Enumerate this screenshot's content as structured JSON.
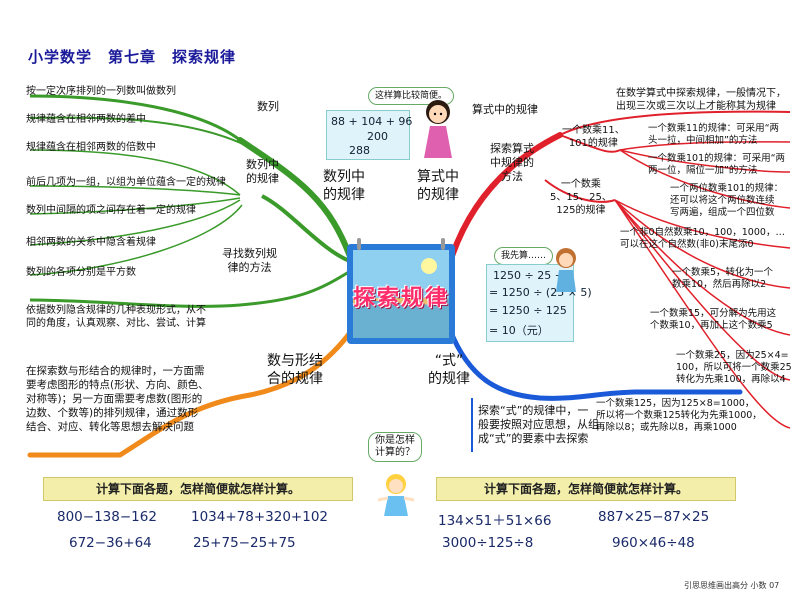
{
  "title": "小学数学　第七章　探索规律",
  "center": "探索规律",
  "footer": "引思思维画出高分 小数 07",
  "left": {
    "top_items": [
      "按一定次序排列的一列数叫做数列",
      "规律蕴含在相邻两数的差中",
      "规律蕴含在相邻两数的倍数中",
      "前后几项为一组，以组为单位蕴含一定的规律",
      "数列中间隔的项之间存在着一定的规律",
      "相邻两数的关系中隐含着规律",
      "数列的各项分别是平方数",
      "依据数列隐含规律的几种表现形式，从不\n同的角度，认真观察、对比、尝试、计算"
    ],
    "label_shulie": "数列",
    "label_shuliezhong": "数列中\n的规律",
    "label_xunzhao": "寻找数列规\n律的方法",
    "branch1": "数列中\n的规律",
    "branch2": "数与形结\n合的规律",
    "shape_text": "在探索数与形结合的规律时，一方面需\n要考虑图形的特点(形状、方向、颜色、\n对称等)；另一方面需要考虑数(图形的\n边数、个数等)的排列规律，通过数形\n结合、对应、转化等思想去解决问题"
  },
  "right": {
    "branch1": "算式中\n的规律",
    "branch2": "“式”\n的规律",
    "suanshi_label": "算式中的规律",
    "suanshi_top": "在数学算式中探索规律，一般情况下，\n出现三次或三次以上才能称其为规律",
    "method_label": "探索算式\n中规律的\n方法",
    "mult11": "一个数乘11、\n101的规律",
    "mult_5": "一个数乘\n5、15、25、\n125的规律",
    "r11": "一个数乘11的规律：可采用“两\n头一拉，中间相加”的方法",
    "r101": "一个数乘101的规律：可采用“两\n两一位，隔位一加”的方法",
    "r_two": "一个两位数乘101的规律：\n还可以将这个两位数连续\n写两遍，组成一个四位数",
    "r_nonzero": "一个非0自然数乘10，100，1000，…\n可以在这个自然数(非0)末尾添0",
    "r5": "一个数乘5，转化为一个\n数乘10，然后再除以2",
    "r15": "一个数乘15，可分解为先用这\n个数乘10，再加上这个数乘5",
    "r25": "一个数乘25，因为25×4=\n100，所以可将一个数乘25\n转化为先乘100，再除以4",
    "r125": "一个数乘125，因为125×8=1000，\n所以将一个数乘125转化为先乘1000，\n再除以8；或先除以8，再乘1000",
    "shi_text": "探索“式”的规律中，一\n般要按照对应思想，从组\n成“式”的要素中去探索"
  },
  "bubble_left": "这样算比较简便。",
  "calc_left": [
    "88 + 104 + 96",
    "200",
    "288"
  ],
  "bubble_right": "我先算……",
  "calc_right": [
    "1250 ÷ 25 ÷ 5",
    "= 1250 ÷ (25 × 5)",
    "= 1250 ÷ 125",
    "= 10（元）"
  ],
  "bubble_mid": "你是怎样\n计算的？",
  "panel_left": {
    "head": "计算下面各题，怎样简便就怎样计算。",
    "exprs": [
      "800−138−162",
      "1034+78+320+102",
      "672−36+64",
      "25+75−25+75"
    ]
  },
  "panel_right": {
    "head": "计算下面各题，怎样简便就怎样计算。",
    "exprs": [
      "134×51＋51×66",
      "887×25−87×25",
      "3000÷125÷8",
      "960×46÷48"
    ]
  },
  "colors": {
    "green": "#3a9a2a",
    "red": "#e0202a",
    "orange": "#f08a1a",
    "blue": "#1a5ad8",
    "title": "#1a1a9a"
  }
}
